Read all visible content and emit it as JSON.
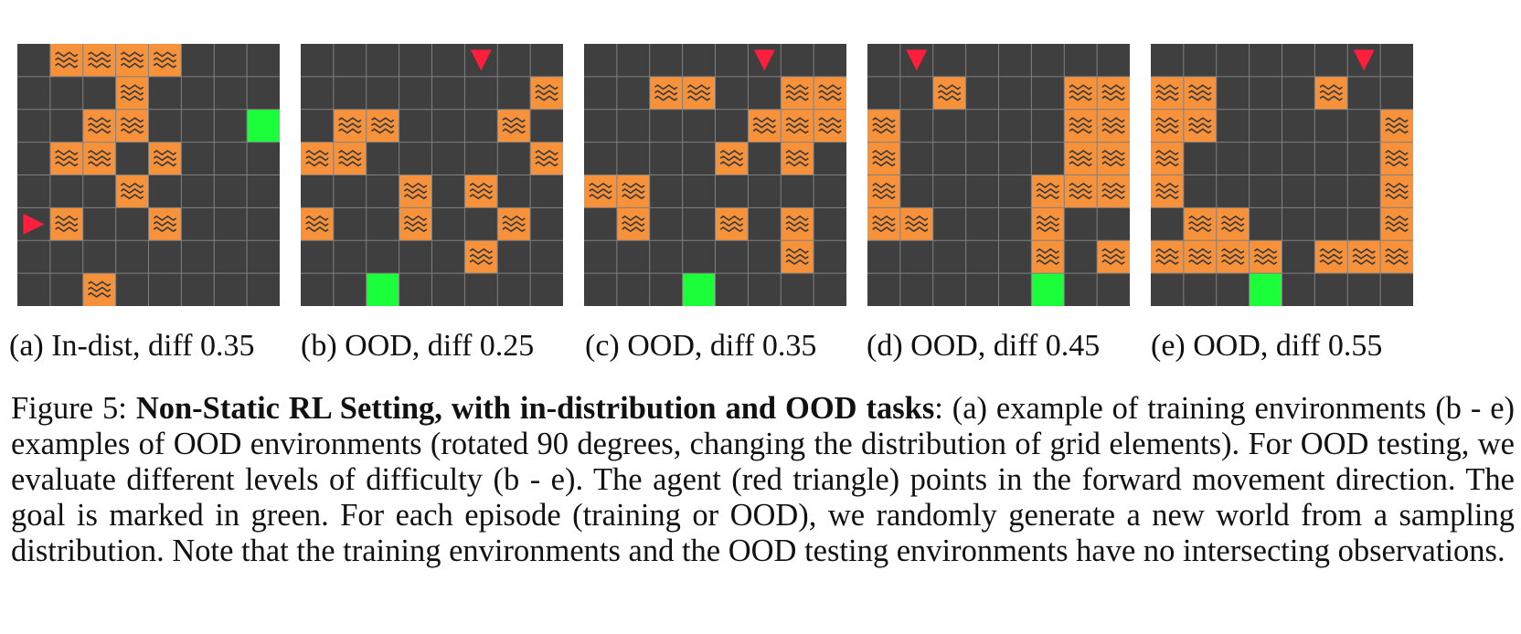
{
  "figure": {
    "label": "Figure 5:",
    "title": "Non-Static RL Setting, with in-distribution and OOD tasks",
    "body": ": (a) example of training environments (b - e) examples of OOD environments (rotated 90 degrees, changing the distribution of grid elements). For OOD testing, we evaluate different levels of difficulty (b - e). The agent (red triangle) points in the forward movement direction. The goal is marked in green. For each episode (training or OOD), we randomly generate a new world from a sampling distribution. Note that the training environments and the OOD testing environments have no intersecting observations."
  },
  "colors": {
    "floor": "#3f3f3f",
    "gridline": "#808080",
    "lava": "#f7913a",
    "wave": "#3a3a3a",
    "goal": "#1aff3a",
    "agent": "#ff1e3c"
  },
  "legend_semantics": {
    "agent": "red triangle",
    "goal": "green"
  },
  "panels": [
    {
      "label": "(a) In-dist, diff 0.35",
      "grid": [
        "_LLLL___",
        "___L____",
        "__LL___G",
        "_LL_L___",
        "___L____",
        "AL__L___",
        "________",
        "__L_____"
      ],
      "agent_dir": "right"
    },
    {
      "label": "(b) OOD, diff 0.25",
      "grid": [
        "_____A__",
        "_______L",
        "_LL___L_",
        "LL_____L",
        "___L_L__",
        "L__L__L_",
        "_____L__",
        "__G_____"
      ],
      "agent_dir": "down"
    },
    {
      "label": "(c) OOD, diff 0.35",
      "grid": [
        "_____A__",
        "__LL__LL",
        "_____LLL",
        "____L_L_",
        "LL______",
        "_L__L_L_",
        "______L_",
        "___G____"
      ],
      "agent_dir": "down"
    },
    {
      "label": "(d) OOD, diff 0.45",
      "grid": [
        "_A______",
        "__L___LL",
        "L_____LL",
        "L_____LL",
        "L____LLL",
        "LL___L__",
        "_____L_L",
        "_____G__"
      ],
      "agent_dir": "down"
    },
    {
      "label": "(e) OOD, diff 0.55",
      "grid": [
        "______A_",
        "LL___L__",
        "LL_____L",
        "L______L",
        "L______L",
        "_LL____L",
        "LLLL_LLL",
        "___G____"
      ],
      "agent_dir": "down"
    }
  ]
}
